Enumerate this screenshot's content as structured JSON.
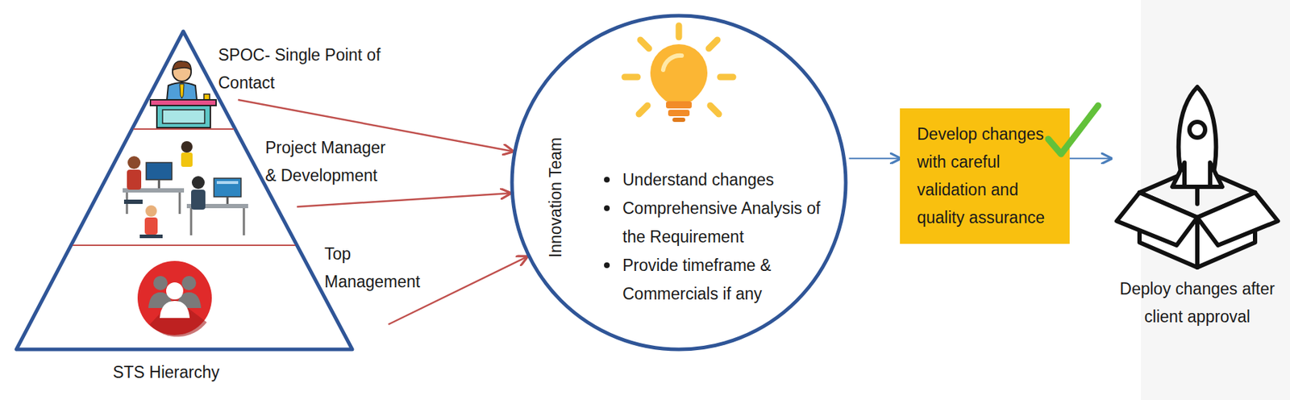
{
  "diagram": {
    "nodes": [
      {
        "text": [
          "STS Hierarchy"
        ]
      },
      {
        "text": [
          "SPOC- Single Point of Contact"
        ],
        "in": 0
      },
      {
        "text": [
          "Project Manager & Development"
        ],
        "in": 0
      },
      {
        "text": [
          "Top Management"
        ],
        "in": 0
      },
      {
        "text": [
          "Innovation Team",
          "Understand changes",
          "Comprehensive Analysis of the Requirement",
          "Provide timeframe & Commercials if any"
        ]
      },
      {
        "text": [
          "Develop changes with careful validation and quality assurance"
        ]
      },
      {
        "text": [
          "Deploy changes after client approval"
        ]
      }
    ],
    "edges": [
      {
        "from": 1,
        "to": 4,
        "arrow": "to"
      },
      {
        "from": 2,
        "to": 4,
        "arrow": "to"
      },
      {
        "from": 3,
        "to": 4,
        "arrow": "to"
      },
      {
        "from": 4,
        "to": 5,
        "arrow": "to"
      },
      {
        "from": 5,
        "to": 6,
        "arrow": "to"
      }
    ]
  }
}
